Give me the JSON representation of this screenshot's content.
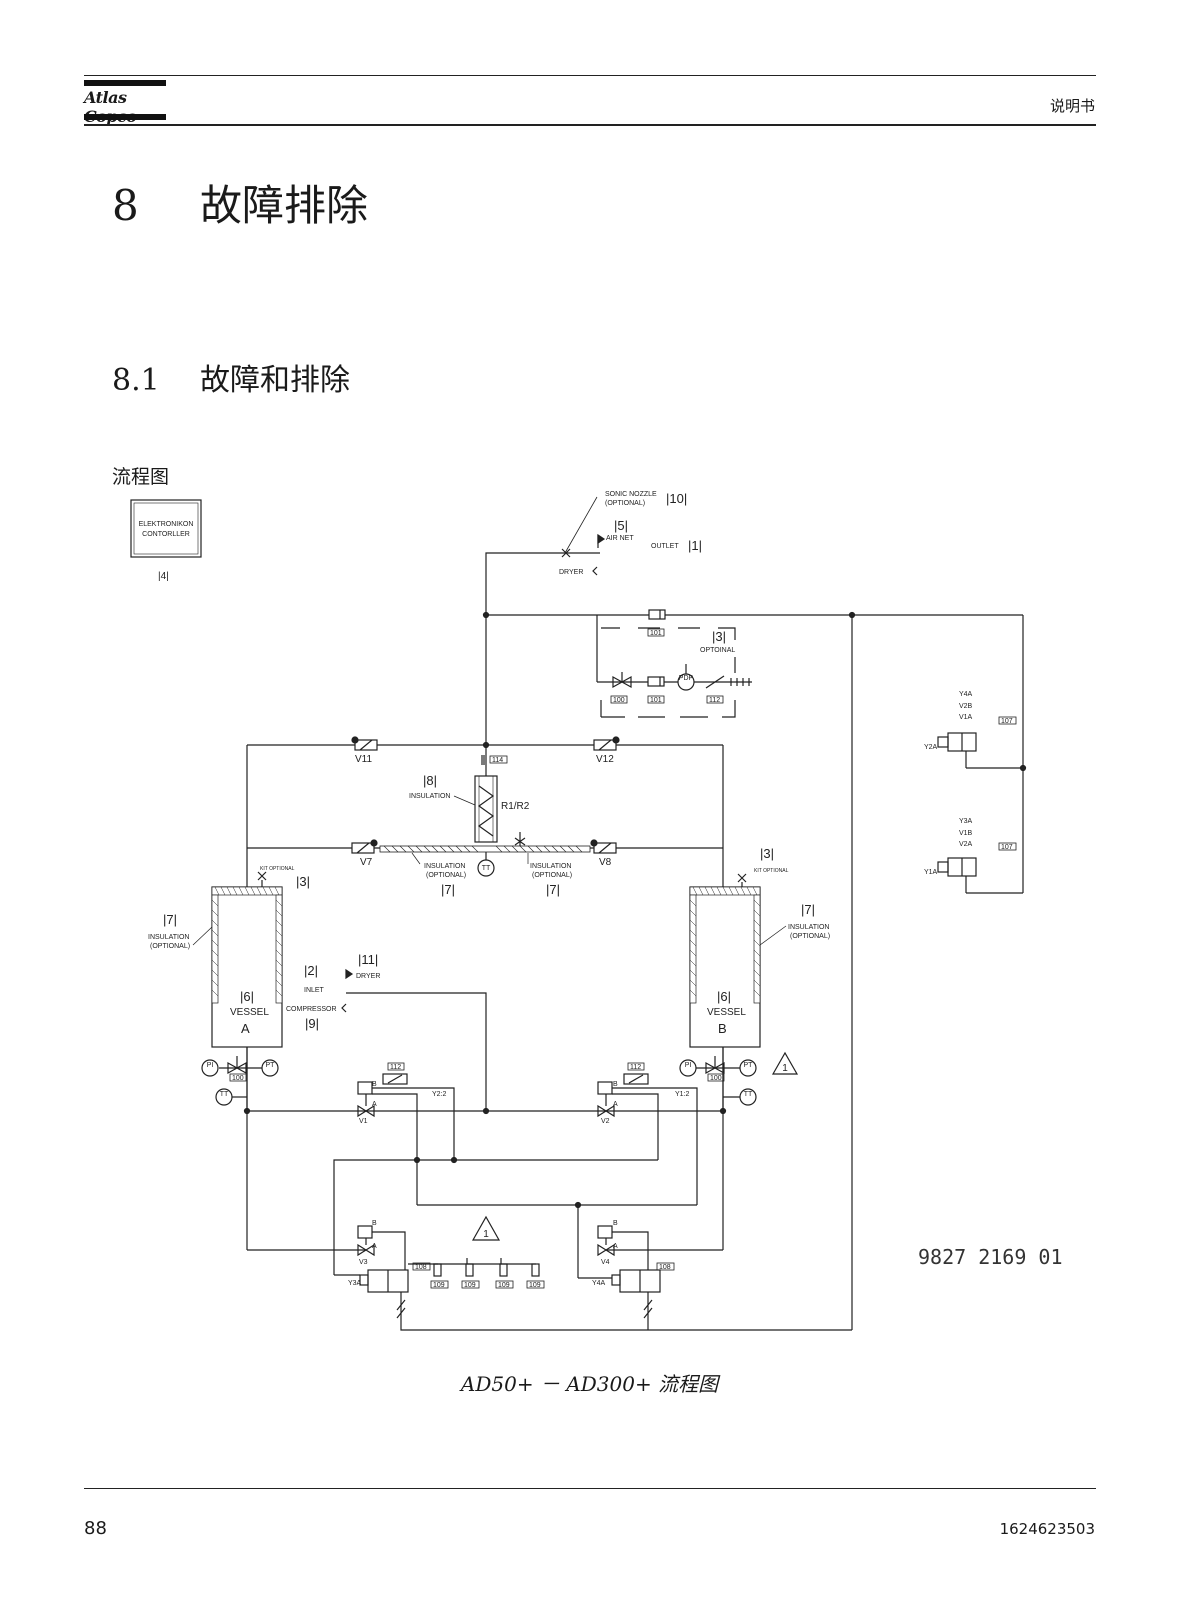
{
  "header": {
    "logo_text": "Atlas Copco",
    "doc_type": "说明书"
  },
  "chapter": {
    "number": "8",
    "title": "故障排除"
  },
  "section": {
    "number": "8.1",
    "title": "故障和排除"
  },
  "subsection": {
    "title": "流程图"
  },
  "diagram": {
    "controller": {
      "line1": "ELEKTRONIKON",
      "line2": "CONTORLLER",
      "ref": "|4|"
    },
    "sonic_nozzle": {
      "line1": "SONIC NOZZLE",
      "line2": "(OPTIONAL)",
      "ref": "|10|"
    },
    "air_net": {
      "ref": "|5|",
      "label": "AIR NET"
    },
    "outlet": {
      "label": "OUTLET",
      "ref": "|1|"
    },
    "dryer_top": "DRYER",
    "optional_kit": {
      "ref": "|3|",
      "label": "OPTOINAL"
    },
    "tags": {
      "t101": "101",
      "t100": "100",
      "t112": "112",
      "t114": "114",
      "t107": "107",
      "t108": "108",
      "t109": "109"
    },
    "valves": {
      "v11": "V11",
      "v12": "V12",
      "v7": "V7",
      "v8": "V8",
      "v1": "V1",
      "v2": "V2",
      "v3": "V3",
      "v4": "V4"
    },
    "insulation": {
      "ref": "|8|",
      "label": "INSULATION"
    },
    "heater": "R1/R2",
    "insulation_opt": {
      "line1": "INSULATION",
      "line2": "(OPTIONAL)",
      "ref": "|7|"
    },
    "kit_optional": "KIT OPTIONAL",
    "ref3": "|3|",
    "vessel_a": {
      "ref": "|6|",
      "label": "VESSEL",
      "letter": "A"
    },
    "vessel_b": {
      "ref": "|6|",
      "label": "VESSEL",
      "letter": "B"
    },
    "inlet": {
      "ref": "|2|",
      "label": "INLET"
    },
    "dryer_inlet": {
      "ref": "|11|",
      "label": "DRYER"
    },
    "compressor": {
      "label": "COMPRESSOR",
      "ref": "|9|"
    },
    "y_labels": {
      "y22": "Y2:2",
      "y12": "Y1:2",
      "y3a": "Y3A",
      "y4a": "Y4A",
      "y2a": "Y2A",
      "y1a": "Y1A"
    },
    "sol_top": {
      "l1": "Y4A",
      "l2": "V2B",
      "l3": "V1A"
    },
    "sol_bottom": {
      "l1": "Y3A",
      "l2": "V1B",
      "l3": "V2A"
    },
    "warn": "1",
    "port_a": "A",
    "port_b": "B",
    "sensors": {
      "pi": "PI",
      "pt": "PT",
      "tt": "TT",
      "pdr": "PDP"
    },
    "doc_number": "9827 2169 01"
  },
  "caption": "AD50+ － AD300+ 流程图",
  "footer": {
    "page": "88",
    "doc_id": "1624623503"
  }
}
